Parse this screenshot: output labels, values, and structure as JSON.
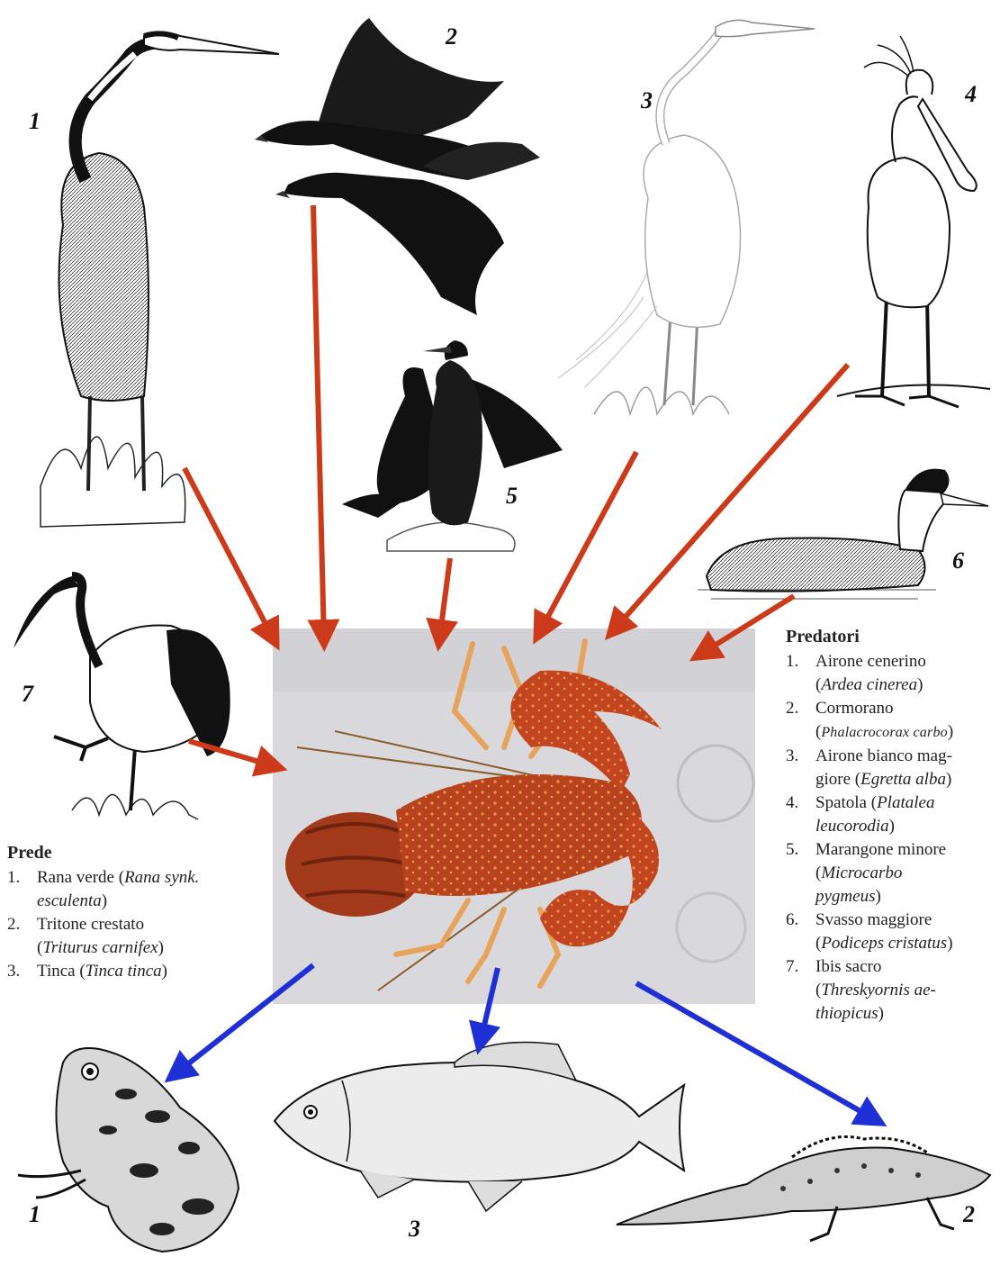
{
  "predators_legend": {
    "title": "Predatori",
    "items": [
      {
        "n": "1.",
        "common": "Airone cenerino",
        "sci": "Ardea cinerea"
      },
      {
        "n": "2.",
        "common": "Cormorano",
        "sci": "Phalacrocorax carbo"
      },
      {
        "n": "3.",
        "common_a": "Airone bianco mag-",
        "common_b": "giore",
        "sci": "Egretta alba"
      },
      {
        "n": "4.",
        "common": "Spatola",
        "sci_a": "Platalea",
        "sci_b": "leucorodia"
      },
      {
        "n": "5.",
        "common": "Marangone minore",
        "sci_a": "Microcarbo",
        "sci_b": "pygmeus"
      },
      {
        "n": "6.",
        "common": "Svasso maggiore",
        "sci": "Podiceps cristatus"
      },
      {
        "n": "7.",
        "common": "Ibis sacro",
        "sci_a": "Threskyornis ae-",
        "sci_b": "thiopicus"
      }
    ]
  },
  "prey_legend": {
    "title": "Prede",
    "items": [
      {
        "n": "1.",
        "common": "Rana verde",
        "sci_a": "Rana synk.",
        "sci_b": "esculenta"
      },
      {
        "n": "2.",
        "common": "Tritone crestato",
        "sci": "Triturus carnifex"
      },
      {
        "n": "3.",
        "common": "Tinca",
        "sci": "Tinca tinca"
      }
    ]
  },
  "figure_numbers": {
    "heron": "1",
    "cormorant": "2",
    "egret": "3",
    "spoonbill": "4",
    "pygmy_cormorant": "5",
    "grebe": "6",
    "ibis": "7",
    "frog": "1",
    "newt": "2",
    "tench": "3"
  },
  "colors": {
    "predator_arrow": "#cc3a1a",
    "prey_arrow": "#1f2fd6",
    "crayfish": "#b8421e",
    "photo_background": "#d9d8dc"
  }
}
